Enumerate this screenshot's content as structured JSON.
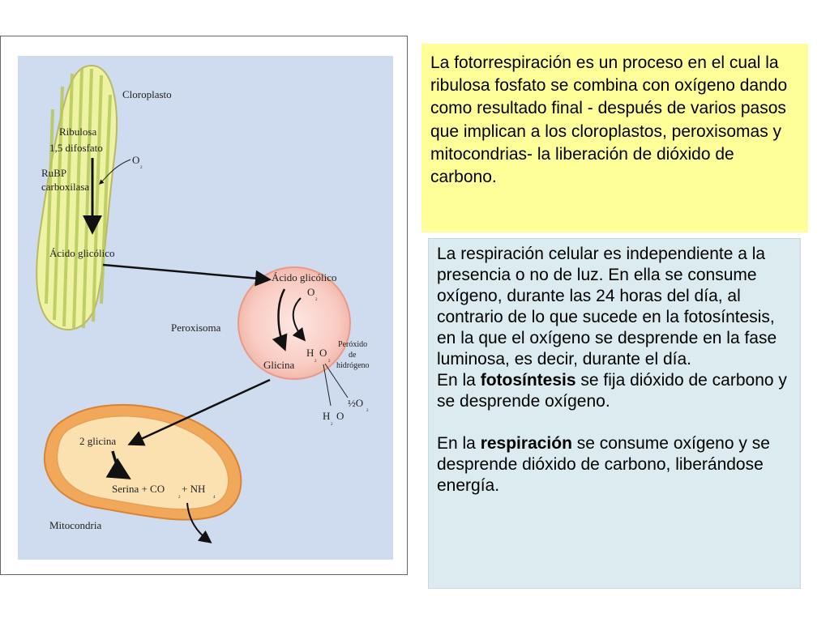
{
  "diagram": {
    "labels": {
      "cloroplasto": "Cloroplasto",
      "ribulosa": "Ribulosa",
      "difosfato": "1,5 difosfato",
      "o2": "O",
      "o2_sub": "2",
      "rubp": "RuBP",
      "carboxilasa": "carboxilasa",
      "acido_cloro": "Ácido glicólico",
      "acido_perox": "Ácido glicólico",
      "o2_perox": "O",
      "o2_perox_sub": "2",
      "peroxisoma": "Peroxisoma",
      "glicina": "Glicina",
      "h2o2_h": "H",
      "h2o2_sub1": "2",
      "h2o2_o": "O",
      "h2o2_sub2": "2",
      "peroxido_1": "Peróxido",
      "peroxido_2": "de",
      "peroxido_3": "hidrógeno",
      "half_o2": "½O",
      "half_o2_sub": "2",
      "h2o_h": "H",
      "h2o_sub": "2",
      "h2o_o": "O",
      "dos_glicina": "2 glicina",
      "serina": "Serina + CO",
      "serina_sub": "2",
      "nh": " + NH",
      "nh_sub": "4",
      "mitocondria": "Mitocondria"
    },
    "colors": {
      "background": "#cfdbef",
      "chloroplast_fill": "#eef3a4",
      "peroxisome_fill": "#f8c9c0",
      "mitochondria_fill": "#f2a85a"
    }
  },
  "yellow_box": {
    "text": "La fotorrespiración es un proceso en el cual la ribulosa fosfato se combina con oxígeno dando como resultado final - después de varios pasos que implican a los cloroplastos, peroxisomas y mitocondrias- la liberación de dióxido de carbono."
  },
  "blue_box": {
    "p1": "La respiración celular es independiente a la presencia o no de luz. En ella se consume oxígeno, durante las 24 horas del día, al contrario de lo que sucede en la fotosíntesis, en la que el oxígeno se desprende en la fase luminosa, es decir, durante el día.",
    "p2_pre": "En la ",
    "p2_bold": "fotosíntesis",
    "p2_post": " se fija dióxido de carbono y se desprende oxígeno.",
    "p3_pre": "En la ",
    "p3_bold": "respiración",
    "p3_post": " se consume oxígeno y se desprende dióxido de carbono, liberándose energía."
  }
}
